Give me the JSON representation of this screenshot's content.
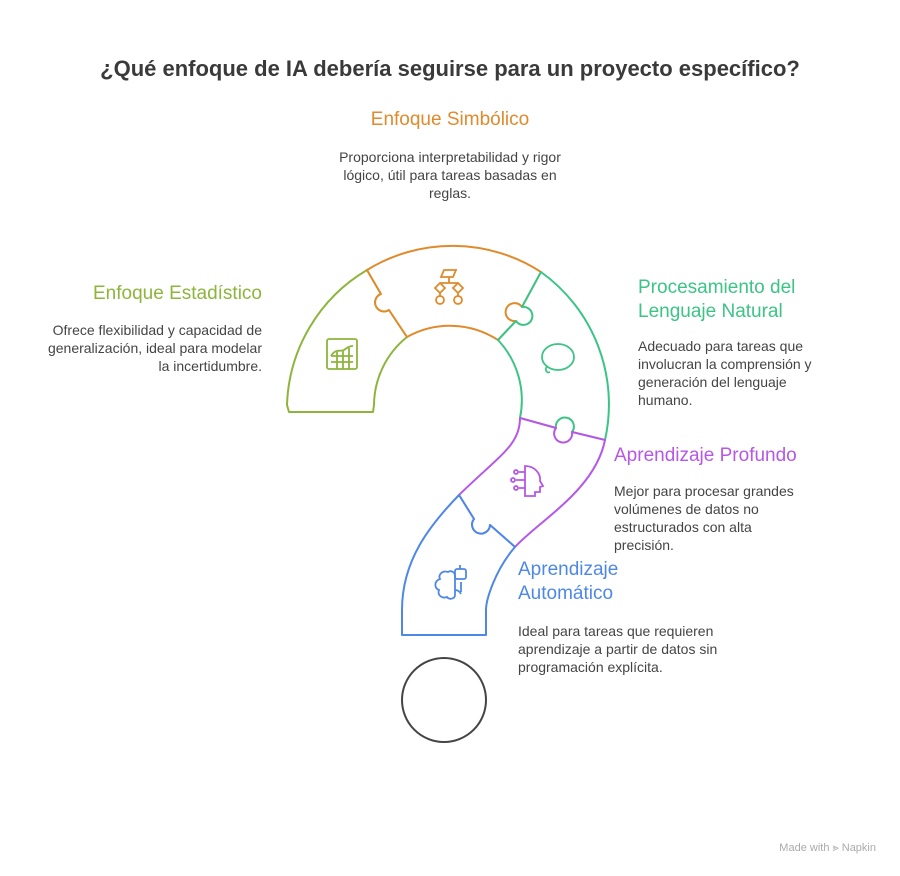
{
  "title": "¿Qué enfoque de IA debería seguirse para un proyecto específico?",
  "sections": [
    {
      "heading": "Enfoque Simbólico",
      "description": "Proporciona interpretabilidad y rigor lógico, útil para tareas basadas en reglas.",
      "color": "#e08a2c",
      "icon": "flowchart-icon"
    },
    {
      "heading": "Enfoque Estadístico",
      "description": "Ofrece flexibilidad y capacidad de generalización, ideal para modelar la incertidumbre.",
      "color": "#8db53c",
      "icon": "chart-grid-icon"
    },
    {
      "heading": "Procesamiento del Lenguaje Natural",
      "description": "Adecuado para tareas que involucran la comprensión y generación del lenguaje humano.",
      "color": "#3cc486",
      "icon": "speech-bubble-icon"
    },
    {
      "heading": "Aprendizaje Profundo",
      "description": "Mejor para procesar grandes volúmenes de datos no estructurados con alta precisión.",
      "color": "#b657e8",
      "icon": "ai-head-icon"
    },
    {
      "heading": "Aprendizaje Automático",
      "description": "Ideal para tareas que requieren aprendizaje a partir de datos sin programación explícita.",
      "color": "#4e88e6",
      "icon": "brain-robot-icon"
    }
  ],
  "footer": "Made with ⪢ Napkin"
}
